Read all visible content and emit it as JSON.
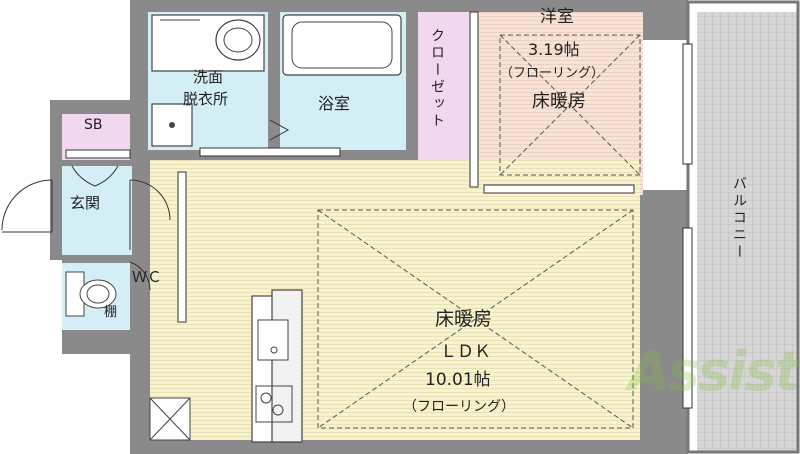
{
  "plan": {
    "rooms": {
      "western_room": {
        "name": "洋室",
        "size": "3.19帖",
        "floor": "（フローリング）",
        "heating": "床暖房"
      },
      "closet": {
        "name": "クローゼット"
      },
      "washroom": {
        "line1": "洗面",
        "line2": "脱衣所"
      },
      "bath": {
        "name": "浴室"
      },
      "sb": {
        "name": "SB"
      },
      "entrance": {
        "name": "玄関"
      },
      "wc": {
        "name": "ＷＣ"
      },
      "shelf": {
        "name": "棚"
      },
      "ldk": {
        "heating": "床暖房",
        "name": "ＬＤＫ",
        "size": "10.01帖",
        "floor": "（フローリング）"
      },
      "balcony": {
        "name": "バルコニー"
      }
    },
    "watermark": "Assist",
    "colors": {
      "wall": "#8a8a8a",
      "floor_wood": "#f7f3d2",
      "floor_pink": "#f6ddd0",
      "wet_area": "#d4eef6",
      "closet": "#f2d8ee",
      "balcony": "#d2d2d2",
      "watermark": "#7fbf3f"
    }
  }
}
